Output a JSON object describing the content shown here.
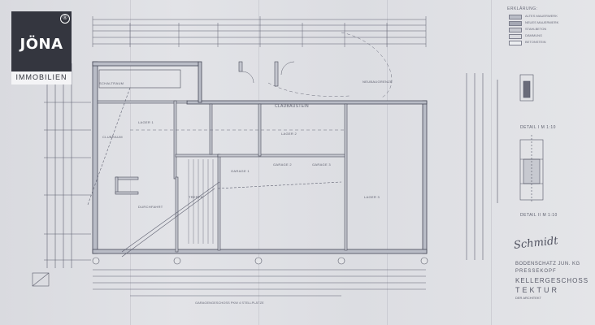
{
  "logo": {
    "name": "JÖNA",
    "registered": "®",
    "subtitle": "IMMOBILIEN"
  },
  "legend": {
    "title": "ERKLÄRUNG:",
    "items": [
      {
        "label": "ALTES MAUERWERK",
        "color": "#b9bcc6"
      },
      {
        "label": "NEUES MAUERWERK",
        "color": "#a5a8b4"
      },
      {
        "label": "STAHLBETON",
        "color": "#c6c8cf"
      },
      {
        "label": "DÄMMUNG",
        "color": "#d8d9de"
      },
      {
        "label": "BETONSTEIN",
        "color": "#eceef1"
      }
    ]
  },
  "plan": {
    "labels": {
      "clubraum": "CLUBRAUM",
      "cladbaustein": "CLADBAUSTEIN",
      "lager1": "LAGER 1",
      "lager2": "LAGER 2",
      "lager3": "LAGER 3",
      "garage1": "GARAGE 1",
      "garage2": "GARAGE 2",
      "garage3": "GARAGE 3",
      "treppe": "TREPPE",
      "durchfahrt": "DURCHFAHRT",
      "neubaugrenze": "NEUBAUGRENZE",
      "schaltraum": "SCHALTRAUM"
    }
  },
  "details": {
    "detail1": "DETAIL I M 1:10",
    "detail2": "DETAIL II M 1:10"
  },
  "title_block": {
    "company": "BODENSCHATZ JUN. KG",
    "line2": "PRESSEKOPF",
    "line3": "KELLERGESCHOSS",
    "line4": "TEKTUR",
    "line5": "DER ARCHITEKT"
  },
  "bottom_note": "GARAGENGESCHOSS PKW 4 STELLPLÄTZE"
}
